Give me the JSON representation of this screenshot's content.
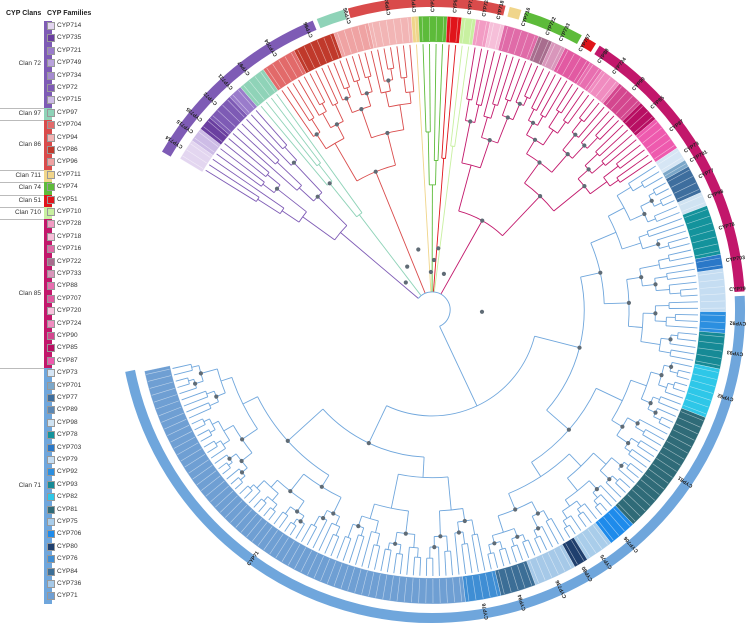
{
  "legend": {
    "clans_header": "CYP Clans",
    "families_header": "CYP Families",
    "clans": [
      {
        "name": "Clan 72",
        "color": "#7E5BB5",
        "families": [
          {
            "name": "CYP714",
            "color": "#E3D6F0"
          },
          {
            "name": "CYP735",
            "color": "#6A3FA0"
          },
          {
            "name": "CYP721",
            "color": "#9A7CCB"
          },
          {
            "name": "CYP749",
            "color": "#B9A3DC"
          },
          {
            "name": "CYP734",
            "color": "#A58BD0"
          },
          {
            "name": "CYP72",
            "color": "#7E5BB5"
          },
          {
            "name": "CYP715",
            "color": "#CDBCE6"
          }
        ]
      },
      {
        "name": "Clan 97",
        "color": "#8FD3B8",
        "families": [
          {
            "name": "CYP97",
            "color": "#8FD3B8"
          }
        ]
      },
      {
        "name": "Clan 86",
        "color": "#D94B4B",
        "families": [
          {
            "name": "CYP704",
            "color": "#E26A6A"
          },
          {
            "name": "CYP94",
            "color": "#F2B5B5"
          },
          {
            "name": "CYP86",
            "color": "#C0392B"
          },
          {
            "name": "CYP96",
            "color": "#EFA3A3"
          }
        ]
      },
      {
        "name": "Clan 711",
        "color": "#F0D58A",
        "families": [
          {
            "name": "CYP711",
            "color": "#F0D58A"
          }
        ]
      },
      {
        "name": "Clan 74",
        "color": "#5DBB3A",
        "families": [
          {
            "name": "CYP74",
            "color": "#5DBB3A"
          }
        ]
      },
      {
        "name": "Clan 51",
        "color": "#E0141B",
        "families": [
          {
            "name": "CYP51",
            "color": "#E0141B"
          }
        ]
      },
      {
        "name": "Clan 710",
        "color": "#C8F0A0",
        "families": [
          {
            "name": "CYP710",
            "color": "#C8F0A0"
          }
        ]
      },
      {
        "name": "Clan 85",
        "color": "#C2176B",
        "families": [
          {
            "name": "CYP728",
            "color": "#F29CC4"
          },
          {
            "name": "CYP718",
            "color": "#F6BFD9"
          },
          {
            "name": "CYP716",
            "color": "#E06BA8"
          },
          {
            "name": "CYP722",
            "color": "#A86D8E"
          },
          {
            "name": "CYP733",
            "color": "#D996BB"
          },
          {
            "name": "CYP88",
            "color": "#E86FB0"
          },
          {
            "name": "CYP707",
            "color": "#E25AA2"
          },
          {
            "name": "CYP720",
            "color": "#F7C3DD"
          },
          {
            "name": "CYP724",
            "color": "#F08CC0"
          },
          {
            "name": "CYP90",
            "color": "#D4478F"
          },
          {
            "name": "CYP85",
            "color": "#B80F63"
          },
          {
            "name": "CYP87",
            "color": "#EE5AAE"
          }
        ]
      },
      {
        "name": "Clan 71",
        "color": "#6FA6DC",
        "families": [
          {
            "name": "CYP73",
            "color": "#D6E6F5"
          },
          {
            "name": "CYP701",
            "color": "#7BA7C9"
          },
          {
            "name": "CYP77",
            "color": "#3E6E9E"
          },
          {
            "name": "CYP89",
            "color": "#5B87B3"
          },
          {
            "name": "CYP98",
            "color": "#D0E3F2"
          },
          {
            "name": "CYP78",
            "color": "#14939C"
          },
          {
            "name": "CYP703",
            "color": "#2A78C8"
          },
          {
            "name": "CYP79",
            "color": "#C5DDF2"
          },
          {
            "name": "CYP92",
            "color": "#2B8FE0"
          },
          {
            "name": "CYP93",
            "color": "#168A96"
          },
          {
            "name": "CYP82",
            "color": "#2EC7E8"
          },
          {
            "name": "CYP81",
            "color": "#2F6B78"
          },
          {
            "name": "CYP75",
            "color": "#A9CDEA"
          },
          {
            "name": "CYP706",
            "color": "#1E8BEB"
          },
          {
            "name": "CYP80",
            "color": "#1F3F6E"
          },
          {
            "name": "CYP76",
            "color": "#3F8ED4"
          },
          {
            "name": "CYP84",
            "color": "#3C6E96"
          },
          {
            "name": "CYP736",
            "color": "#A6C9E8"
          },
          {
            "name": "CYP71",
            "color": "#6F9FD3"
          }
        ]
      }
    ]
  },
  "tree": {
    "outer_ring": [
      {
        "clan": "Clan 72",
        "color": "#7E5BB5"
      },
      {
        "clan": "Clan 97",
        "color": "#8FD3B8"
      },
      {
        "clan": "Clan 86",
        "color": "#D94B4B"
      },
      {
        "clan": "Clan 711",
        "color": "#F0D58A"
      },
      {
        "clan": "Clan 74",
        "color": "#5DBB3A"
      },
      {
        "clan": "Clan 51",
        "color": "#E0141B"
      },
      {
        "clan": "Clan 85",
        "color": "#C2176B"
      },
      {
        "clan": "Clan 71",
        "color": "#6FA6DC"
      }
    ],
    "family_labels": [
      "CYP714",
      "CYP715",
      "CYP735",
      "CYP72",
      "CYP721",
      "CYP97",
      "CYP704",
      "CYP86",
      "CYP96",
      "CYP94",
      "CYP711",
      "CYP74",
      "CYP51",
      "CYP710",
      "CYP728",
      "CYP718",
      "CYP716",
      "CYP722",
      "CYP733",
      "CYP707",
      "CYP88",
      "CYP724",
      "CYP90",
      "CYP85",
      "CYP87",
      "CYP73",
      "CYP701",
      "CYP77",
      "CYP98",
      "CYP78",
      "CYP703",
      "CYP79",
      "CYP92",
      "CYP93",
      "CYP82",
      "CYP81",
      "CYP706",
      "CYP75",
      "CYP80",
      "CYP736",
      "CYP84",
      "CYP76",
      "CYP71"
    ]
  }
}
